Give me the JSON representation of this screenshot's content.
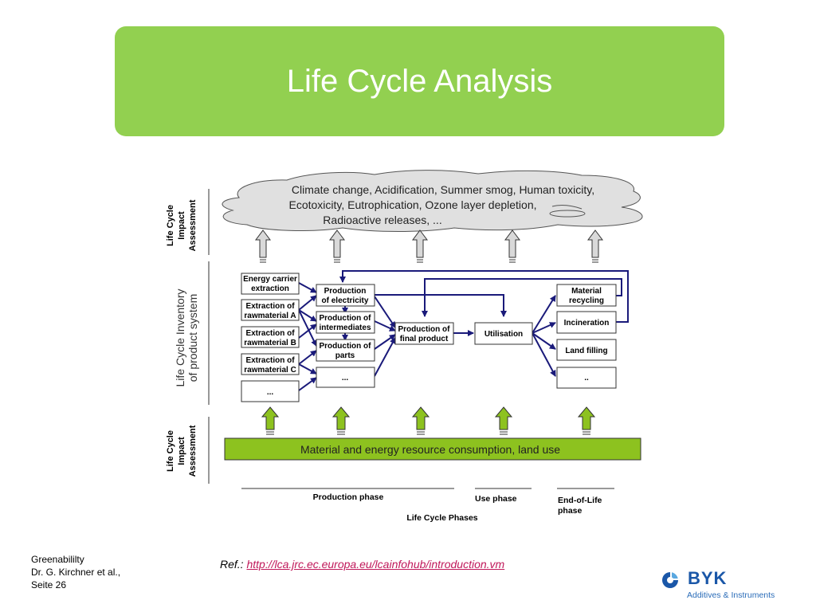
{
  "slide": {
    "title": "Life Cycle Analysis",
    "accent_color": "#92d050"
  },
  "diagram": {
    "impact_label_top": [
      "Life Cycle",
      "Impact",
      "Assessment"
    ],
    "inventory_label": [
      "Life Cycle Inventory",
      "of product system"
    ],
    "impact_label_bottom": [
      "Life Cycle",
      "Impact",
      "Assessment"
    ],
    "cloud": {
      "lines": [
        "Climate change, Acidification, Summer smog, Human toxicity,",
        "Ecotoxicity, Eutrophication, Ozone layer depletion,",
        "Radioactive releases, ..."
      ],
      "fill": "#e0e0e0"
    },
    "extraction_boxes": [
      [
        "Energy carrier",
        "extraction"
      ],
      [
        "Extraction of",
        "rawmaterial A"
      ],
      [
        "Extraction of",
        "rawmaterial B"
      ],
      [
        "Extraction of",
        "rawmaterial C"
      ],
      [
        "..."
      ]
    ],
    "production_boxes": [
      [
        "Production",
        "of electricity"
      ],
      [
        "Production of",
        "intermediates"
      ],
      [
        "Production of",
        "parts"
      ],
      [
        "..."
      ]
    ],
    "final_product_box": [
      "Production of",
      "final product"
    ],
    "utilisation_box": [
      "Utilisation"
    ],
    "end_of_life_boxes": [
      [
        "Material",
        "recycling"
      ],
      [
        "Incineration"
      ],
      [
        "Land filling"
      ],
      [
        ".."
      ]
    ],
    "resource_bar": {
      "label": "Material and energy resource consumption, land use",
      "fill": "#8dc21f"
    },
    "arrow_color": "#1a1a7a",
    "phases": {
      "production": "Production phase",
      "use": "Use phase",
      "end_of_life": [
        "End-of-Life",
        "phase"
      ],
      "caption": "Life Cycle Phases"
    }
  },
  "footer": {
    "lines": [
      "Greenabililty",
      "Dr. G. Kirchner et al.,",
      "Seite  26"
    ]
  },
  "reference": {
    "prefix": "Ref.: ",
    "link_text": "http://lca.jrc.ec.europa.eu/lcainfohub/introduction.vm"
  },
  "logo": {
    "brand": "BYK",
    "tagline": "Additives & Instruments"
  }
}
